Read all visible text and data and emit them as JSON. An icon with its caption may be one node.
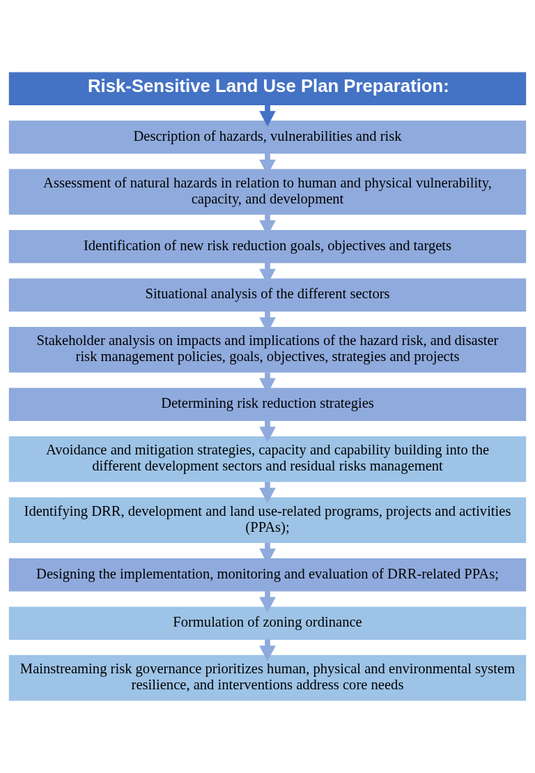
{
  "diagram": {
    "nodes": [
      {
        "text": [
          "Risk-Sensitive Land Use Plan Preparation:"
        ]
      },
      {
        "text": [
          "Description of hazards, vulnerabilities and risk"
        ]
      },
      {
        "text": [
          "Assessment of natural hazards in relation to human and physical vulnerability, capacity, and development"
        ]
      },
      {
        "text": [
          "Identification of new risk reduction goals, objectives and targets"
        ]
      },
      {
        "text": [
          "Situational analysis of the different sectors"
        ]
      },
      {
        "text": [
          "Stakeholder analysis on impacts and implications of the hazard risk, and disaster risk management policies, goals, objectives, strategies and projects"
        ]
      },
      {
        "text": [
          "Determining risk reduction strategies"
        ]
      },
      {
        "text": [
          "Avoidance and mitigation strategies, capacity and capability building into the different development sectors and residual risks management"
        ]
      },
      {
        "text": [
          "Identifying DRR, development and land use-related programs, projects and activities (PPAs);"
        ]
      },
      {
        "text": [
          "Designing the implementation, monitoring and evaluation of DRR-related PPAs;"
        ]
      },
      {
        "text": [
          "Formulation of zoning ordinance"
        ]
      },
      {
        "text": [
          "Mainstreaming risk governance prioritizes human, physical and environmental system resilience, and interventions address core needs"
        ]
      }
    ],
    "edges": [
      {
        "from": 0,
        "to": 1,
        "arrow": "to",
        "color": "#4472c4"
      },
      {
        "from": 1,
        "to": 2,
        "arrow": "to"
      },
      {
        "from": 2,
        "to": 3,
        "arrow": "to"
      },
      {
        "from": 3,
        "to": 4,
        "arrow": "to"
      },
      {
        "from": 4,
        "to": 5,
        "arrow": "to"
      },
      {
        "from": 5,
        "to": 6,
        "arrow": "to"
      },
      {
        "from": 6,
        "to": 7,
        "arrow": "to"
      },
      {
        "from": 7,
        "to": 8,
        "arrow": "to"
      },
      {
        "from": 8,
        "to": 9,
        "arrow": "to"
      },
      {
        "from": 9,
        "to": 10,
        "arrow": "to"
      },
      {
        "from": 10,
        "to": 11,
        "arrow": "to"
      }
    ]
  }
}
